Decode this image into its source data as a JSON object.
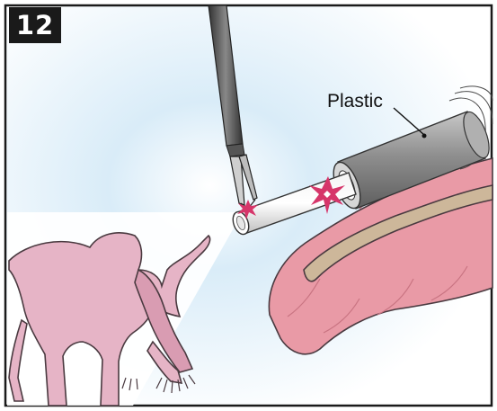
{
  "panel": {
    "number": "12"
  },
  "labels": {
    "plastic": "Plastic"
  },
  "colors": {
    "frame": "#1a1a1a",
    "background_glow": "#cfe6f5",
    "uterus": "#e6b4c6",
    "uterus_outline": "#4a3a40",
    "bowel": "#e99aa6",
    "bowel_shadow": "#c97482",
    "mesentery": "#cdb79a",
    "trocar": "#9a9a9a",
    "instrument_shaft": "#7a7a7a",
    "laser_spark": "#d6366a"
  },
  "icons": [
    "laparoscopic-grasper",
    "plastic-trocar-sleeve",
    "laser-spark",
    "uterus",
    "bowel"
  ]
}
